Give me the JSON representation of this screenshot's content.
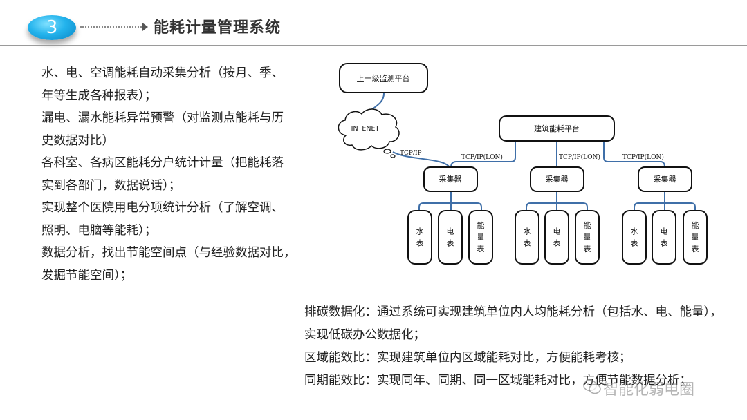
{
  "header": {
    "section_number": "3",
    "title": "能耗计量管理系统"
  },
  "left_points": [
    "水、电、空调能耗自动采集分析（按月、季、",
    "年等生成各种报表）；",
    "漏电、漏水能耗异常预警（对监测点能耗与历",
    "史数据对比）",
    "各科室、各病区能耗分户统计计量（把能耗落",
    "实到各部门，数据说话）；",
    "实现整个医院用电分项统计分析（了解空调、",
    "照明、电脑等能耗）；",
    "数据分析，找出节能空间点（与经验数据对比，",
    "发掘节能空间）；"
  ],
  "bottom_points": [
    "排碳数据化：通过系统可实现建筑单位内人均能耗分析（包括水、电、能量），",
    "实现低碳办公数据化；",
    "区域能效比：实现建筑单位内区域能耗对比，方便能耗考核；",
    "同期能效比：实现同年、同期、同一区域能耗对比，方便节能数据分析；"
  ],
  "diagram": {
    "upper_platform": "上一级监测平台",
    "internet": "INTENET",
    "building_platform": "建筑能耗平台",
    "collector": "采集器",
    "link_internet": "TCP/IP",
    "link_lon": "TCP/IP(LON)",
    "meters": [
      "水表",
      "电表",
      "能量表"
    ]
  },
  "watermark": "智能化弱电圈",
  "colors": {
    "badge": "#1aa7e6",
    "connector": "#3f6fa8",
    "node_border": "#111111"
  }
}
